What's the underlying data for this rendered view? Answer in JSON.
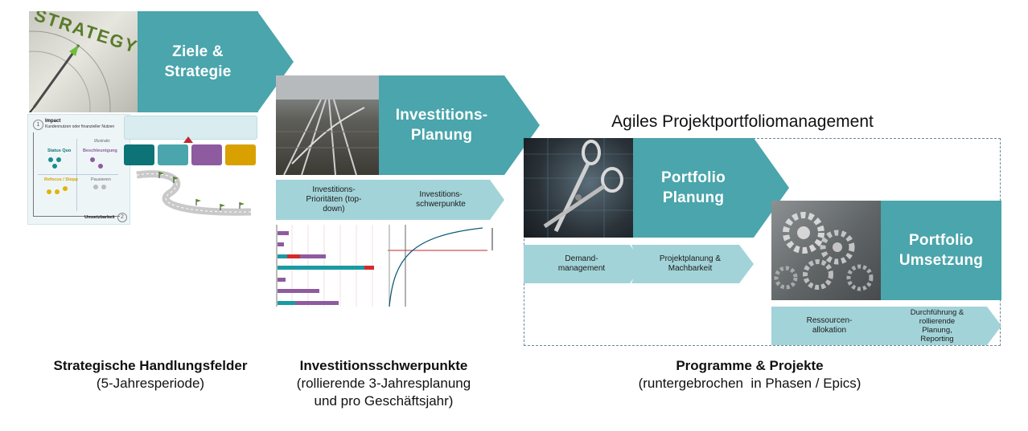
{
  "stages": {
    "ziele": "Ziele &\nStrategie",
    "invest": "Investitions-\nPlanung",
    "portfolio_planung": "Portfolio\nPlanung",
    "portfolio_umsetzung": "Portfolio\nUmsetzung"
  },
  "agile_title": "Agiles Projektportfoliomanagement",
  "chevrons": {
    "inv_prio": "Investitions-\nPrioritäten (top-\ndown)",
    "inv_schwer": "Investitions-\nschwerpunkte",
    "demand": "Demand-\nmanagement",
    "projektplanung": "Projektplanung &\nMachbarkeit",
    "ressourcen": "Ressourcen-\nallokation",
    "durchfuehrung": "Durchführung &\nrollierende\nPlanung,\nReporting"
  },
  "captions": {
    "strat_title": "Strategische Handlungsfelder",
    "strat_sub": "(5-Jahresperiode)",
    "invest_title": "Investitionsschwerpunkte",
    "invest_sub1": "(rollierende 3-Jahresplanung",
    "invest_sub2": "und pro Geschäftsjahr)",
    "prog_title": "Programme & Projekte",
    "prog_sub": "(runtergebrochen  in Phasen / Epics)"
  },
  "strategy_photo": {
    "word": "STRATEGY"
  },
  "matrix": {
    "badge1": "1",
    "badge2": "2",
    "impact_title": "Impact",
    "impact_sub": "Kundennutzen oder finanzieller Nutzen",
    "illustrativ": "Illustrativ",
    "status_quo": "Status Quo",
    "beschleunigung": "Beschleunigung",
    "refocus": "Refocus / Stopp",
    "pausieren": "Pausieren",
    "umsetzbarkeit": "Umsetzbarkeit"
  },
  "colors": {
    "teal": "#4aa5ac",
    "chevron": "#a2d3d8",
    "dark_teal": "#0d7377",
    "purple": "#8e5ba0",
    "gold": "#d8a100",
    "red": "#d42b2b"
  }
}
